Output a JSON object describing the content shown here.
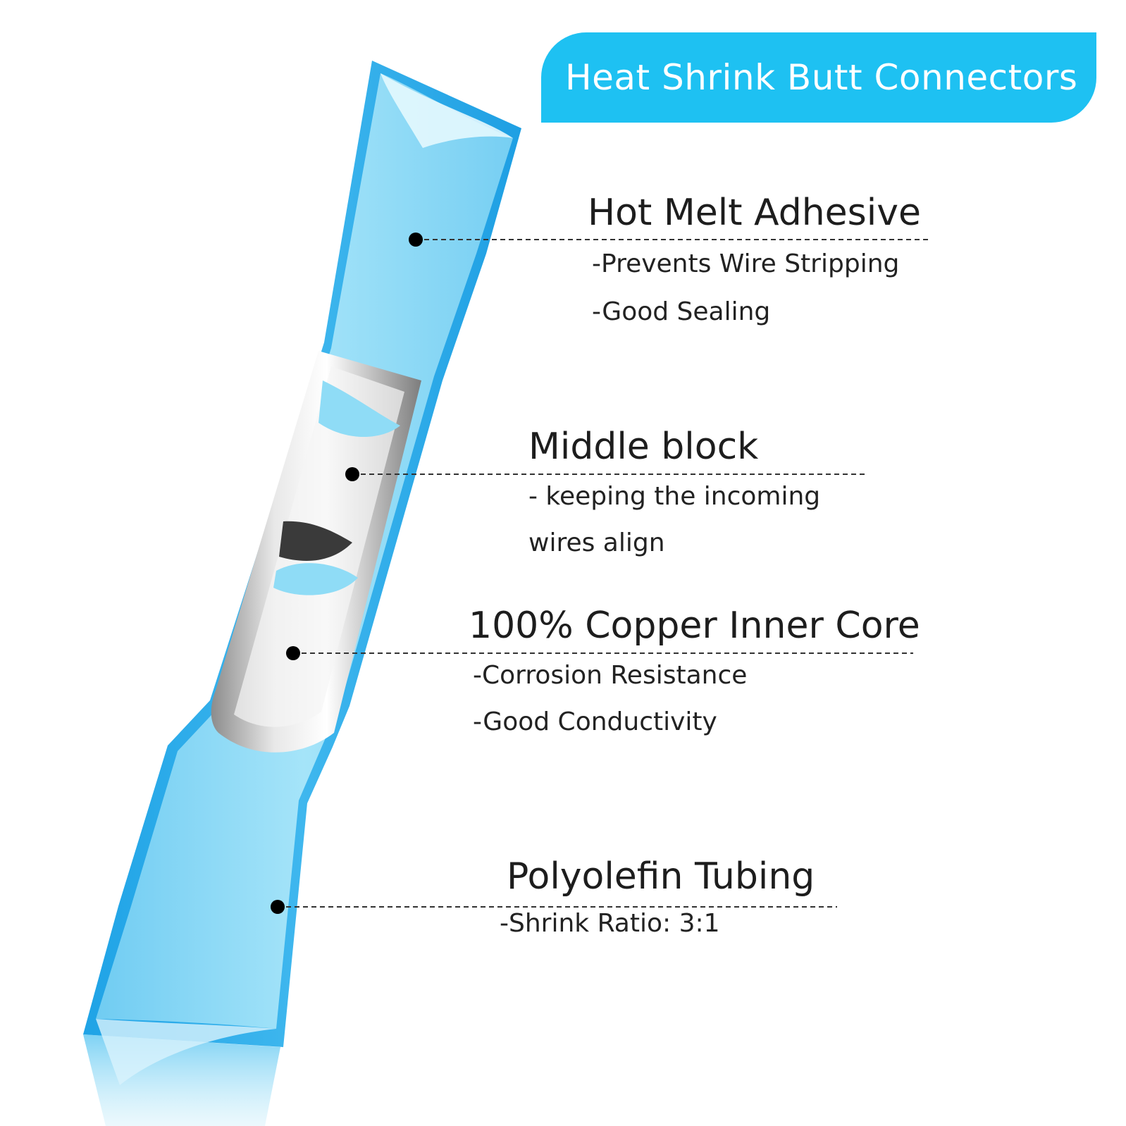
{
  "title": "Heat Shrink Butt Connectors",
  "colors": {
    "accent": "#1ec1f2",
    "tube": "#1ea9ea",
    "tube_inner": "#8fdcf6",
    "metal": "#b9b9b9",
    "text": "#1d1d1d"
  },
  "callouts": [
    {
      "heading": "Hot Melt Adhesive",
      "lines": [
        "-Prevents Wire Stripping",
        "-Good Sealing"
      ]
    },
    {
      "heading": "Middle block",
      "lines": [
        "- keeping the incoming",
        "wires align"
      ]
    },
    {
      "heading": "100% Copper Inner Core",
      "lines": [
        "-Corrosion Resistance",
        "-Good Conductivity"
      ]
    },
    {
      "heading": "Polyolefin Tubing",
      "lines": [
        "-Shrink Ratio: 3:1"
      ]
    }
  ]
}
